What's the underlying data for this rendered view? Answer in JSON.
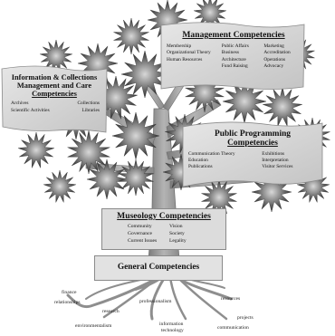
{
  "management": {
    "title": "Management Competencies",
    "items": [
      "Membership",
      "Public Affairs",
      "Marketing",
      "Organizational Theory",
      "Business",
      "Accreditation",
      "Human Resources",
      "Architecture",
      "Operations",
      "",
      "Fund Raising",
      "Advocacy"
    ]
  },
  "information": {
    "title_line1": "Information & Collections",
    "title_line2": "Management and Care",
    "title_line3": "Competencies",
    "items": [
      "Archives",
      "Collections",
      "Scientific Activities",
      "Libraries"
    ]
  },
  "public": {
    "title_line1": "Public Programming",
    "title_line2": "Competencies",
    "items": [
      "Communication Theory",
      "Exhibitions",
      "Education",
      "Interpretation",
      "Publications",
      "Visitor Services"
    ]
  },
  "museology": {
    "title": "Museology Competencies",
    "items": [
      "Community",
      "Vision",
      "Governance",
      "Society",
      "Current Issues",
      "Legality"
    ]
  },
  "general": {
    "title": "General Competencies"
  },
  "roots": {
    "finance": "finance",
    "relationships": "relationships",
    "research": "research",
    "professionalism": "professionalism",
    "resources": "resources",
    "environmentalism": "environmentalism",
    "information_line1": "information",
    "information_line2": "technology",
    "projects": "projects",
    "communication": "communication"
  },
  "colors": {
    "trunk": "#9a9a9a",
    "starburst_dark": "#2f2f2f",
    "starburst_light": "#d4d4d4",
    "banner": "#d9d9d9",
    "box": "#dcdcdc"
  }
}
